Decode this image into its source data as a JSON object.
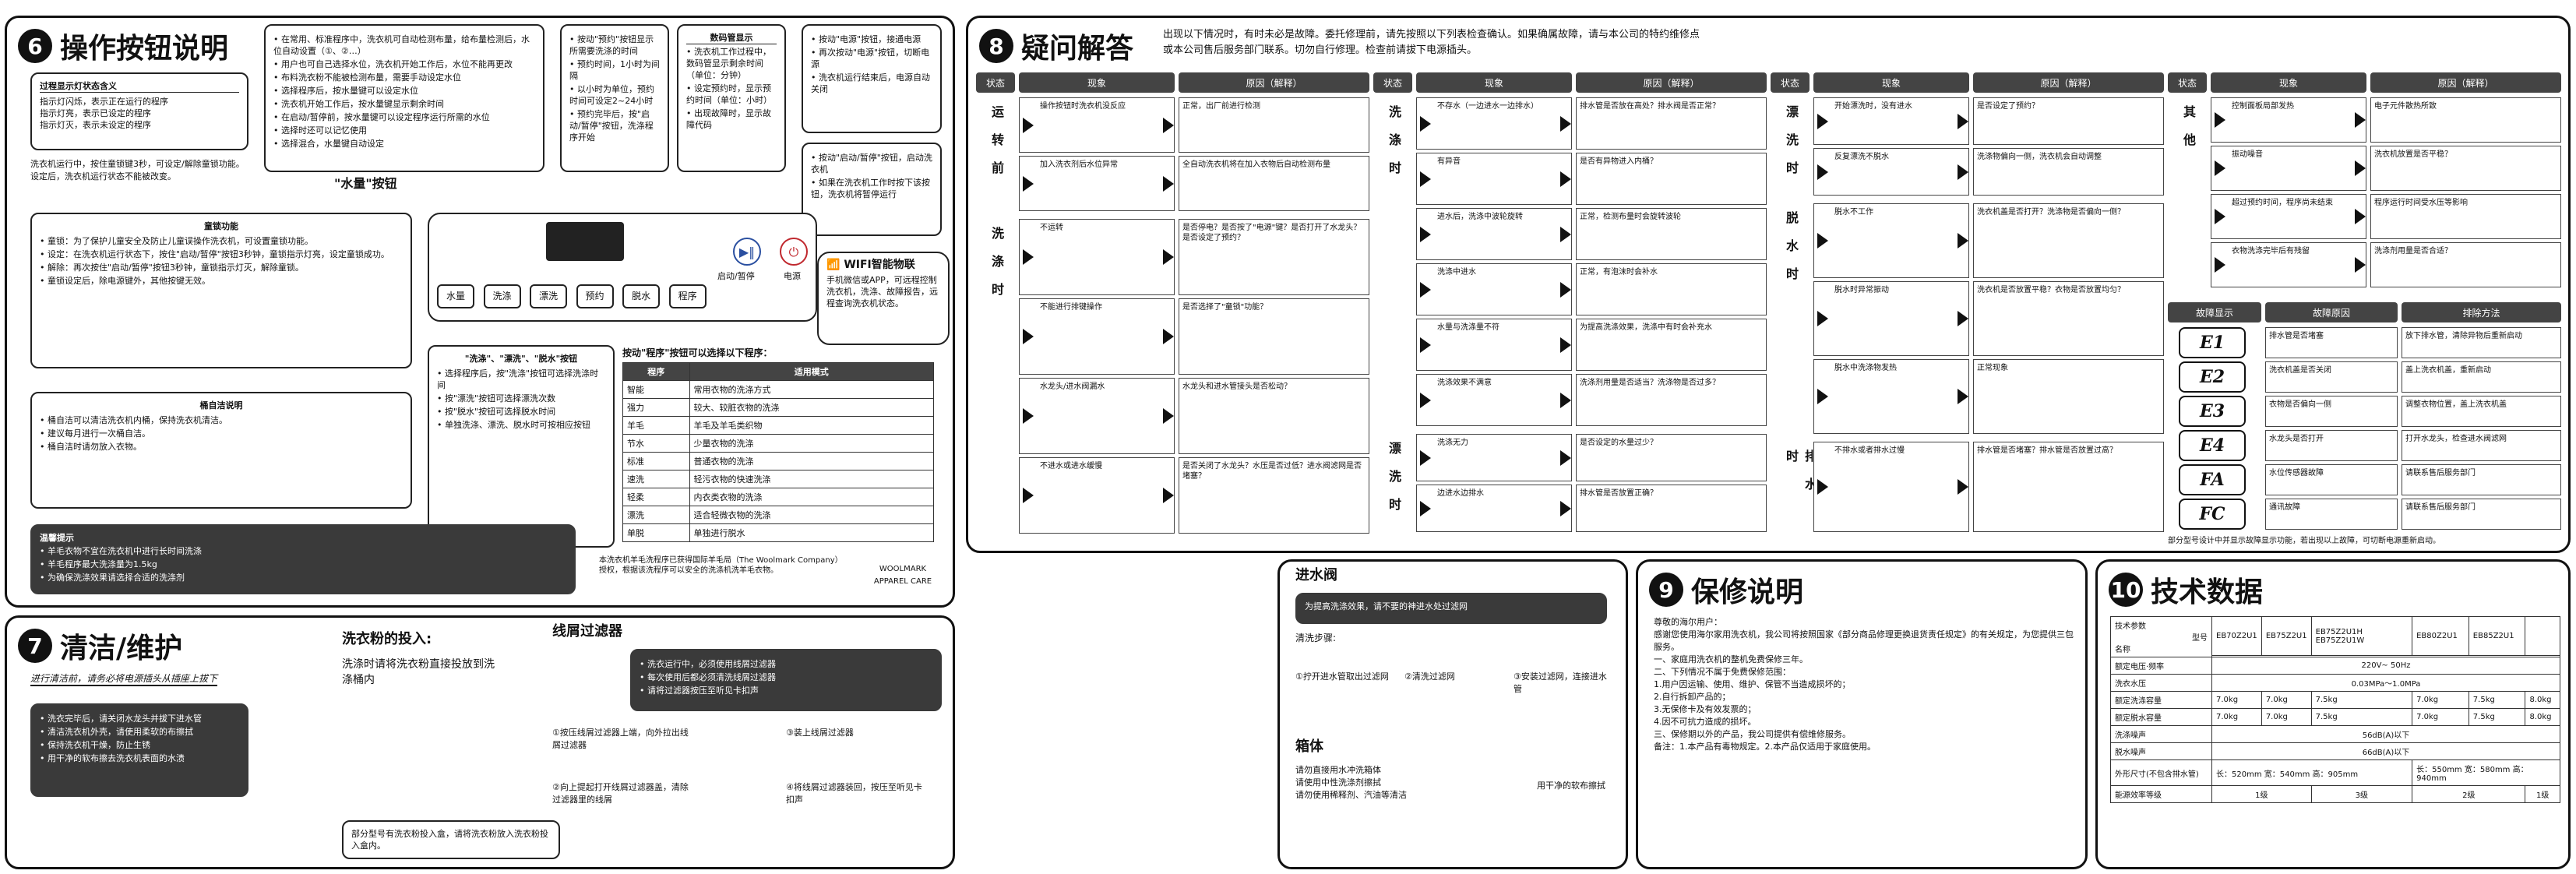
{
  "sec6": {
    "num": "6",
    "title": "操作按钮说明",
    "note_box_title": "过程显示灯状态含义",
    "note_lines": [
      "指示灯闪烁，表示正在运行的程序",
      "指示灯亮，表示已设定的程序",
      "指示灯灭，表示未设定的程序"
    ],
    "keylock_text": "洗衣机运行中，按住童锁键3秒，可设定/解除童锁功能。设定后，洗衣机运行状态不能被改变。",
    "water_text": [
      "在常用、标准程序中，洗衣机可自动检测布量，给布量检测后，水位自动设置（①、②…）",
      "用户也可自己选择水位，洗衣机开始工作后，水位不能再更改",
      "布料洗衣粉不能被检测布量，需要手动设定水位",
      "选择程序后，按水量键可以设定水位",
      "洗衣机开始工作后，按水量键显示剩余时间",
      "在启动/暂停前，按水量键可以设定程序运行所需的水位",
      "选择时还可以记忆使用",
      "选择混合，水量键自动设定"
    ],
    "water_btn_label": "\"水量\"按钮",
    "reserve_text": [
      "按动\"预约\"按钮显示所需要洗涤的时间",
      "预约时间，1小时为间隔",
      "以小时为单位，预约时间可设定2~24小时",
      "预约完毕后，按\"启动/暂停\"按钮，洗涤程序开始"
    ],
    "display_title": "数码管显示",
    "display_text": [
      "洗衣机工作过程中，数码管显示剩余时间（单位：分钟）",
      "设定预约时，显示预约时间（单位：小时）",
      "出现故障时，显示故障代码"
    ],
    "power_text": [
      "按动\"电源\"按钮，接通电源",
      "再次按动\"电源\"按钮，切断电源",
      "洗衣机运行结束后，电源自动关闭"
    ],
    "start_text": [
      "按动\"启动/暂停\"按钮，启动洗衣机",
      "如果在洗衣机工作时按下该按钮，洗衣机将暂停运行"
    ],
    "buttons": [
      "水量",
      "洗涤",
      "漂洗",
      "预约",
      "脱水",
      "程序"
    ],
    "btn_start": "启动/暂停",
    "btn_power": "电源",
    "wifi_title": "WIFI智能物联",
    "wifi_text": "手机微信或APP，可远程控制洗衣机，洗涤、故障报告，远程查询洗衣机状态。",
    "special_title": "童锁功能",
    "special_text": [
      "童锁：为了保护儿童安全及防止儿童误操作洗衣机，可设置童锁功能。",
      "设定：在洗衣机运行状态下，按住\"启动/暂停\"按钮3秒钟，童锁指示灯亮，设定童锁成功。",
      "解除：再次按住\"启动/暂停\"按钮3秒钟，童锁指示灯灭，解除童锁。",
      "童锁设定后，除电源键外，其他按键无效。"
    ],
    "wash_btn_title": "\"洗涤\"、\"漂洗\"、\"脱水\"按钮",
    "wash_btn_text": [
      "选择程序后，按\"洗涤\"按钮可选择洗涤时间",
      "按\"漂洗\"按钮可选择漂洗次数",
      "按\"脱水\"按钮可选择脱水时间",
      "单独洗涤、漂洗、脱水时可按相应按钮"
    ],
    "prog_title": "按动\"程序\"按钮可以选择以下程序：",
    "prog_header": [
      "程序",
      "适用模式"
    ],
    "programs": [
      [
        "智能",
        "常用衣物的洗涤方式"
      ],
      [
        "强力",
        "较大、较脏衣物的洗涤"
      ],
      [
        "羊毛",
        "羊毛及羊毛类织物"
      ],
      [
        "节水",
        "少量衣物的洗涤"
      ],
      [
        "标准",
        "普通衣物的洗涤"
      ],
      [
        "速洗",
        "轻污衣物的快速洗涤"
      ],
      [
        "轻柔",
        "内衣类衣物的洗涤"
      ],
      [
        "漂洗",
        "适合轻微衣物的洗涤"
      ],
      [
        "单脱",
        "单独进行脱水"
      ]
    ],
    "woolmark_text": "本洗衣机羊毛洗程序已获得国际羊毛局（The Woolmark Company）授权，根据该洗程序可以安全的洗涤机洗羊毛衣物。",
    "woolmark_label": "WOOLMARK APPAREL CARE",
    "remind_title": "温馨提示",
    "remind_text": [
      "羊毛衣物不宜在洗衣机中进行长时间洗涤",
      "羊毛程序最大洗涤量为1.5kg",
      "为确保洗涤效果请选择合适的洗涤剂"
    ],
    "cycle_title": "桶自洁说明",
    "cycle_text": [
      "桶自洁可以清洁洗衣机内桶，保持洗衣机清洁。",
      "建议每月进行一次桶自洁。",
      "桶自洁时请勿放入衣物。"
    ]
  },
  "sec7": {
    "num": "7",
    "title": "清洁/维护",
    "subtitle": "进行清洁前，请务必将电源插头从插座上拔下",
    "list": [
      "洗衣完毕后，请关闭水龙头并拔下进水管",
      "清洁洗衣机外壳，请使用柔软的布擦拭",
      "保持洗衣机干燥，防止生锈",
      "用干净的软布擦去洗衣机表面的水渍"
    ],
    "powder_title": "洗衣粉的投入:",
    "powder_text": "洗涤时请将洗衣粉直接投放到洗涤桶内",
    "filter_title": "线屑过滤器",
    "filter_warn": [
      "洗衣运行中，必须使用线屑过滤器",
      "每次使用后都必须清洗线屑过滤器",
      "请将过滤器按压至听见卡扣声"
    ],
    "steps": [
      "①按压线屑过滤器上端，向外拉出线屑过滤器",
      "②向上提起打开线屑过滤器盖，清除过滤器里的线屑",
      "③装上线屑过滤器",
      "④将线屑过滤器装回，按压至听见卡扣声"
    ],
    "note": "部分型号有洗衣粉投入盒，请将洗衣粉放入洗衣粉投入盒内。"
  },
  "sec8": {
    "num": "8",
    "title": "疑问解答",
    "intro": "出现以下情况时，有时未必是故障。委托修理前，请先按照以下列表检查确认。如果确属故障，请与本公司的特约维修点或本公司售后服务部门联系。切勿自行修理。检查前请拔下电源插头。",
    "col_headers": [
      "状态",
      "现象",
      "原因（解释）"
    ],
    "group1": [
      {
        "state": "运转前",
        "items": [
          [
            "操作按钮时洗衣机没反应",
            "正常，出厂前进行检测"
          ],
          [
            "加入洗衣剂后水位异常",
            "全自动洗衣机将在加入衣物后自动检测布量"
          ]
        ]
      },
      {
        "state": "洗涤时",
        "items": [
          [
            "不运转",
            "是否停电？是否按了\"电源\"键？是否打开了水龙头？是否设定了预约？"
          ],
          [
            "不能进行排键操作",
            "是否选择了\"童锁\"功能？"
          ],
          [
            "水龙头/进水阀漏水",
            "水龙头和进水管接头是否松动？"
          ],
          [
            "不进水或进水缓慢",
            "是否关闭了水龙头？水压是否过低？进水阀滤网是否堵塞？"
          ]
        ]
      }
    ],
    "group2": [
      {
        "state": "洗涤时",
        "items": [
          [
            "不存水（一边进水一边排水）",
            "排水管是否放在高处？排水阀是否正常？"
          ],
          [
            "有异音",
            "是否有异物进入内桶？"
          ],
          [
            "进水后，洗涤中波轮旋转",
            "正常，检测布量时会旋转波轮"
          ],
          [
            "洗涤中进水",
            "正常，有泡沫时会补水"
          ],
          [
            "水量与洗涤量不符",
            "为提高洗涤效果，洗涤中有时会补充水"
          ],
          [
            "洗涤效果不满意",
            "洗涤剂用量是否适当？洗涤物是否过多？"
          ]
        ]
      },
      {
        "state": "漂洗时",
        "items": [
          [
            "洗涤无力",
            "是否设定的水量过少？"
          ],
          [
            "边进水边排水",
            "排水管是否放置正确？"
          ]
        ]
      }
    ],
    "group3": [
      {
        "state": "漂洗时",
        "items": [
          [
            "开始漂洗时，没有进水",
            "是否设定了预约？"
          ],
          [
            "反复漂洗不脱水",
            "洗涤物偏向一侧，洗衣机会自动调整"
          ]
        ]
      },
      {
        "state": "脱水时",
        "items": [
          [
            "脱水不工作",
            "洗衣机盖是否打开？洗涤物是否偏向一侧？"
          ],
          [
            "脱水时异常振动",
            "洗衣机是否放置平稳？衣物是否放置均匀？"
          ],
          [
            "脱水中洗涤物发热",
            "正常现象"
          ]
        ]
      },
      {
        "state": "排水时",
        "items": [
          [
            "不排水或者排水过慢",
            "排水管是否堵塞？排水管是否放置过高？"
          ]
        ]
      }
    ],
    "group4": [
      {
        "state": "其他",
        "items": [
          [
            "控制面板局部发热",
            "电子元件散热所致"
          ],
          [
            "振动噪音",
            "洗衣机放置是否平稳？"
          ],
          [
            "超过预约时间，程序尚未结束",
            "程序运行时间受水压等影响"
          ],
          [
            "衣物洗涤完毕后有残留",
            "洗涤剂用量是否合适？"
          ]
        ]
      }
    ],
    "fault_headers": [
      "故障显示",
      "故障原因",
      "排除方法"
    ],
    "faults": [
      {
        "code": "E1",
        "cause": "排水管是否堵塞",
        "fix": "放下排水管，清除异物后重新启动"
      },
      {
        "code": "E2",
        "cause": "洗衣机盖是否关闭",
        "fix": "盖上洗衣机盖，重新启动"
      },
      {
        "code": "E3",
        "cause": "衣物是否偏向一侧",
        "fix": "调整衣物位置，盖上洗衣机盖"
      },
      {
        "code": "E4",
        "cause": "水龙头是否打开",
        "fix": "打开水龙头，检查进水阀滤网"
      },
      {
        "code": "FA",
        "cause": "水位传感器故障",
        "fix": "请联系售后服务部门"
      },
      {
        "code": "FC",
        "cause": "通讯故障",
        "fix": "请联系售后服务部门"
      }
    ],
    "fault_note": "部分型号设计中并显示故障显示功能，若出现以上故障，可切断电源重新启动。"
  },
  "inlet": {
    "title": "进水阀",
    "note": "为提高洗涤效果，请不要的神进水处过滤网",
    "steps_label": "清洗步骤:",
    "steps": [
      "①拧开进水管取出过滤网",
      "②清洗过滤网",
      "③安装过滤网，连接进水管"
    ]
  },
  "box": {
    "title": "箱体",
    "list": [
      "请勿直接用水冲洗箱体",
      "请使用中性洗涤剂擦拭",
      "请勿使用稀释剂、汽油等清洁"
    ],
    "soft_label": "用干净的软布擦拭"
  },
  "sec9": {
    "num": "9",
    "title": "保修说明",
    "text": [
      "尊敬的海尔用户：",
      "感谢您使用海尔家用洗衣机，我公司将按照国家《部分商品修理更换退货责任规定》的有关规定，为您提供三包服务。",
      "一、家庭用洗衣机的整机免费保修三年。",
      "二、下列情况不属于免费保修范围：",
      "1.用户因运输、使用、维护、保管不当造成损坏的；",
      "2.自行拆卸产品的；",
      "3.无保修卡及有效发票的；",
      "4.因不可抗力造成的损坏。",
      "三、保修期以外的产品，我公司提供有偿维修服务。",
      "备注：1.本产品有毒物规定。2.本产品仅适用于家庭使用。"
    ]
  },
  "sec10": {
    "num": "10",
    "title": "技术数据",
    "model_label": "型号",
    "tech_label": "技术参数",
    "name_label": "名称",
    "models": [
      "EB70Z2U1",
      "EB75Z2U1",
      "EB75Z2U1H EB75Z2U1W",
      "EB80Z2U1",
      "EB85Z2U1"
    ],
    "rows": [
      {
        "name": "额定电压·频率",
        "vals": [
          "220V~ 50Hz"
        ]
      },
      {
        "name": "洗衣水压",
        "vals": [
          "0.03MPa～1.0MPa"
        ]
      },
      {
        "name": "额定洗涤容量",
        "vals": [
          "7.0kg",
          "7.0kg",
          "7.5kg",
          "7.0kg",
          "7.5kg",
          "8.0kg"
        ]
      },
      {
        "name": "额定脱水容量",
        "vals": [
          "7.0kg",
          "7.0kg",
          "7.5kg",
          "7.0kg",
          "7.5kg",
          "8.0kg"
        ]
      },
      {
        "name": "洗涤噪声",
        "vals": [
          "56dB(A)以下"
        ]
      },
      {
        "name": "脱水噪声",
        "vals": [
          "66dB(A)以下"
        ]
      },
      {
        "name": "外形尺寸(不包含排水管)",
        "vals": [
          "长：520mm 宽：540mm 高：905mm",
          "长：550mm 宽：580mm 高：940mm"
        ]
      },
      {
        "name": "能源效率等级",
        "vals": [
          "1级",
          "3级",
          "2级",
          "1级"
        ]
      }
    ]
  }
}
